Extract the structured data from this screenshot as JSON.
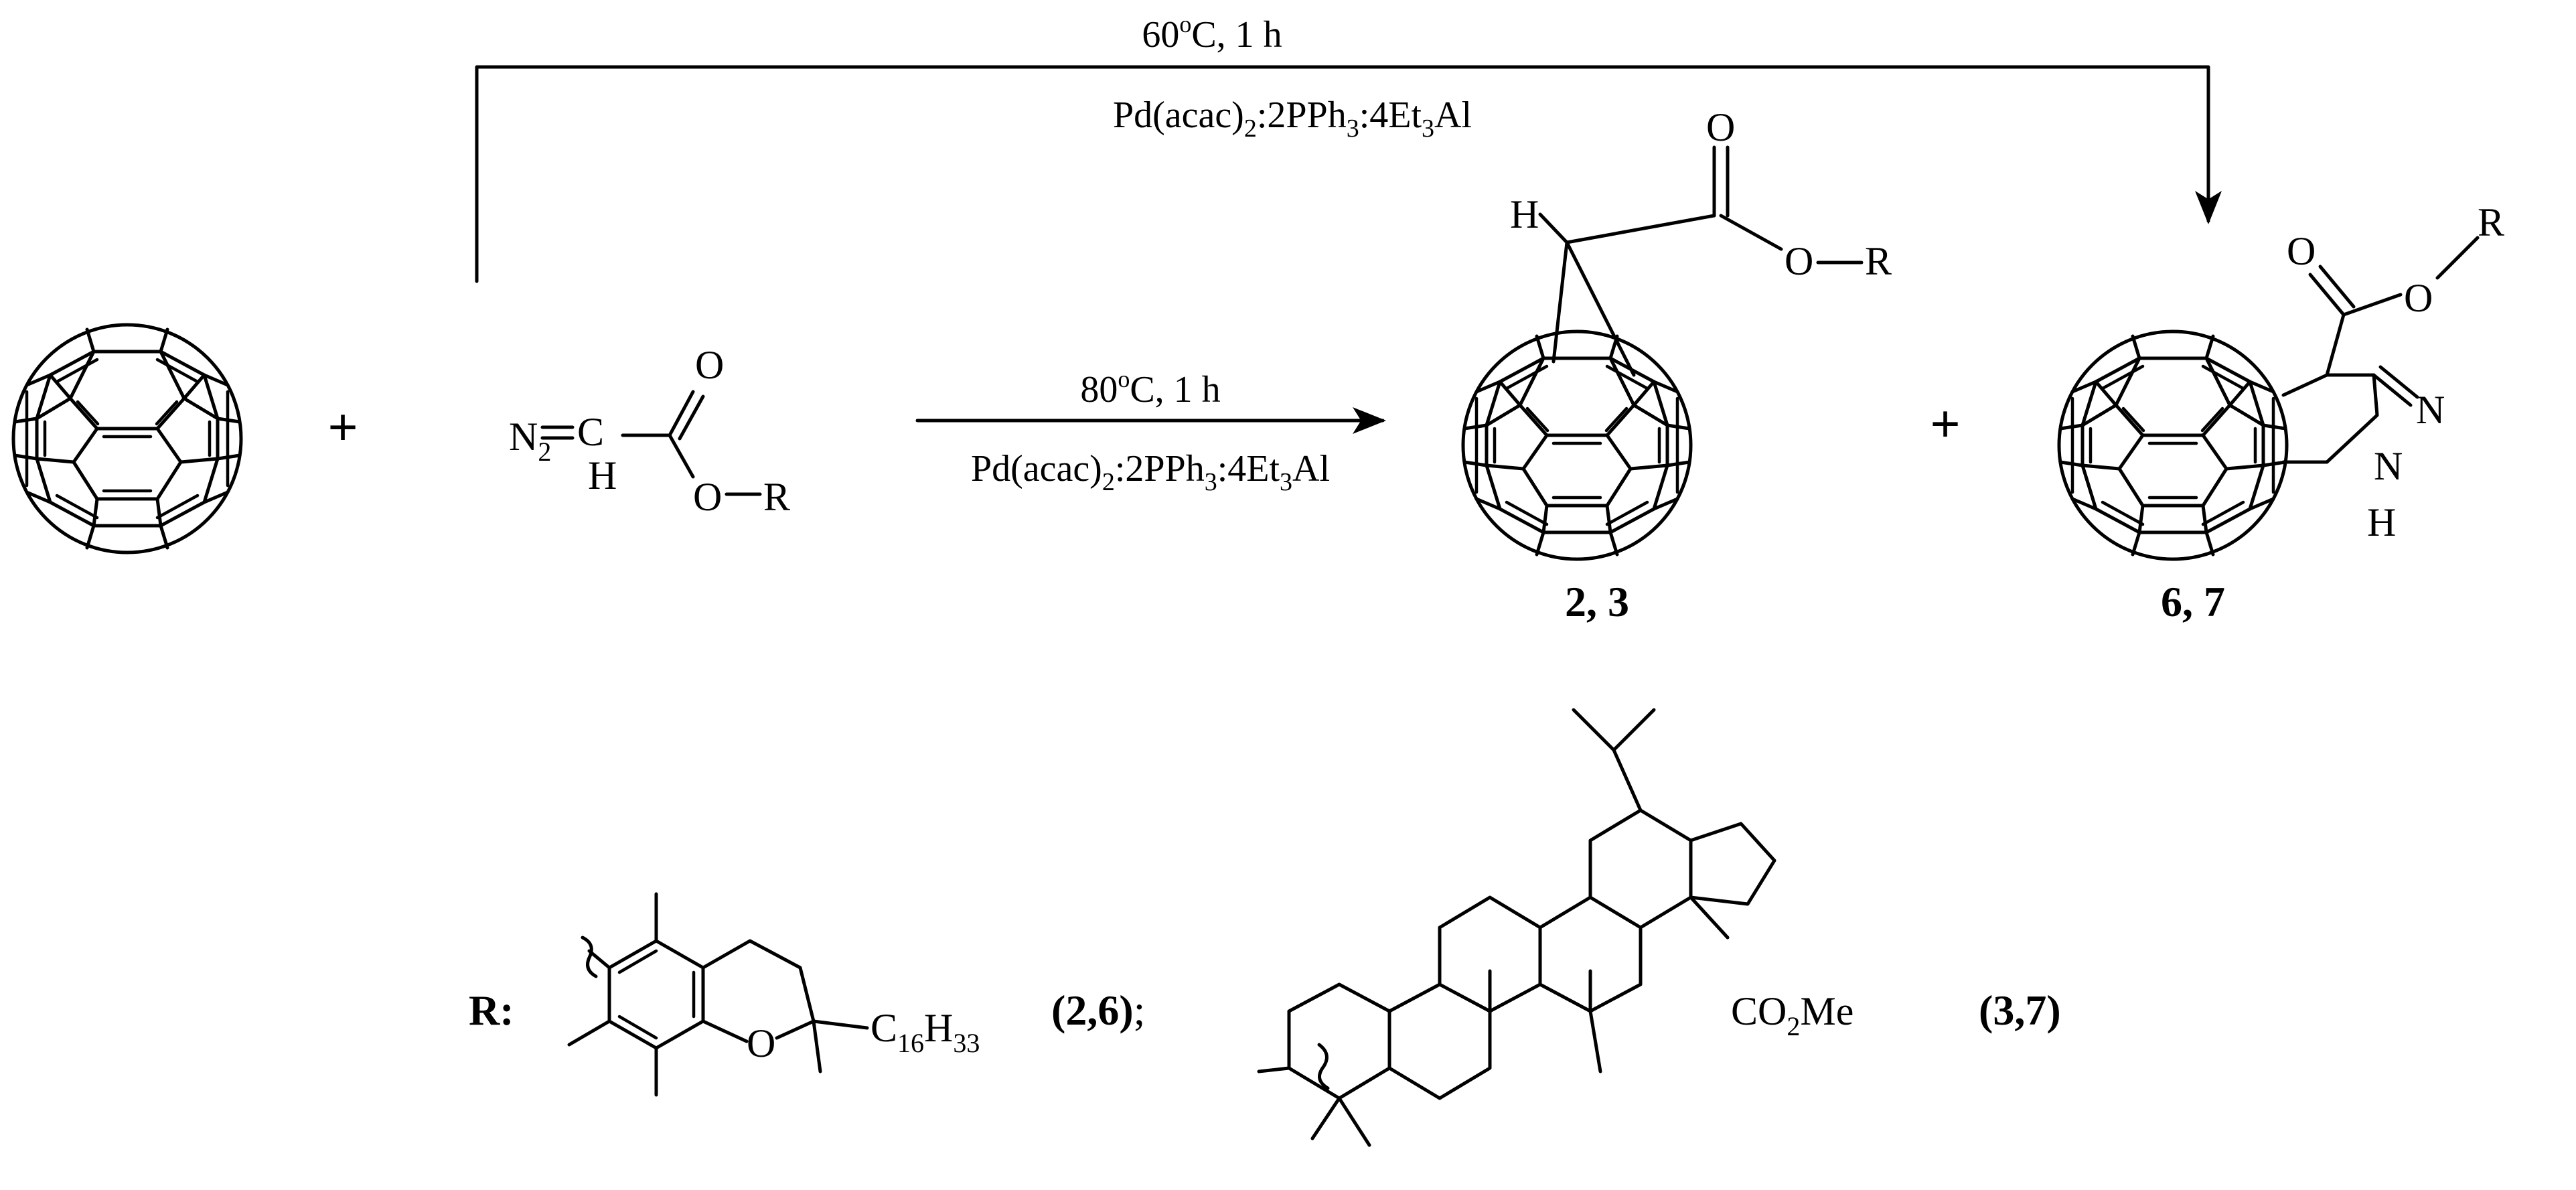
{
  "top_arrow": {
    "temp": "60",
    "deg": "o",
    "temp_unit": "C, 1 h",
    "catalyst_a": "Pd(acac)",
    "sub_2": "2",
    "catalyst_b": ":2PPh",
    "sub_3": "3",
    "catalyst_c": ":4Et",
    "sub_3b": "3",
    "catalyst_d": "Al"
  },
  "main_arrow": {
    "temp": "80",
    "deg": "o",
    "temp_unit": "C, 1 h",
    "catalyst_a": "Pd(acac)",
    "sub_2": "2",
    "catalyst_b": ":2PPh",
    "sub_3": "3",
    "catalyst_c": ":4Et",
    "sub_3b": "3",
    "catalyst_d": "Al"
  },
  "plus": "+",
  "diazo": {
    "n": "N",
    "n_sub": "2",
    "c": "C",
    "h": "H",
    "o_carbonyl": "O",
    "o_ester": "O",
    "r": "R"
  },
  "product_23": {
    "h": "H",
    "o_carbonyl": "O",
    "o_ester": "O",
    "r": "R",
    "label": "2, 3"
  },
  "product_67": {
    "o_carbonyl": "O",
    "o_ester": "O",
    "r": "R",
    "n1": "N",
    "n2": "N",
    "h": "H",
    "label": "6, 7"
  },
  "legend": {
    "r_label": "R:",
    "tocopherol_o": "O",
    "chain_c": "C",
    "chain_c_sub": "16",
    "chain_h": "H",
    "chain_h_sub": "33",
    "ref_a": "(2,6)",
    "separator": ";",
    "ester_a": "CO",
    "ester_sub": "2",
    "ester_b": "Me",
    "ref_b": "(3,7)"
  }
}
